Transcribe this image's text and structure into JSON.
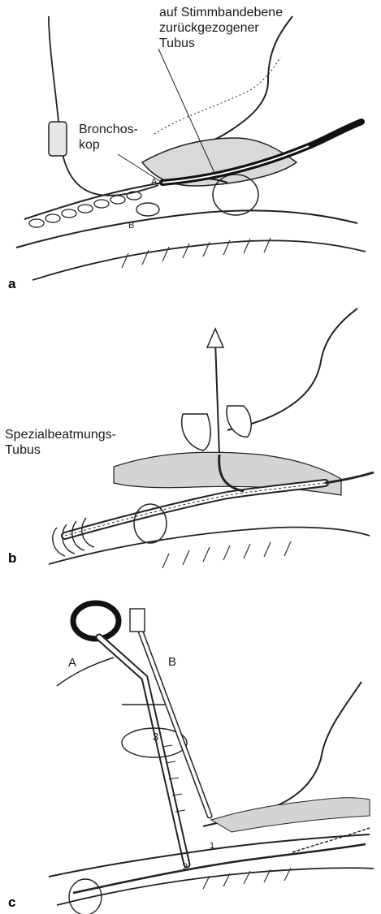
{
  "panel_a": {
    "letter": "a",
    "label_tube": "auf Stimmbandebene\nzurückgezogener\nTubus",
    "label_bronchoscope": "Bronchos-\nkop",
    "marker_a": "A",
    "marker_b": "B"
  },
  "panel_b": {
    "letter": "b",
    "label_tube": "Spezialbeatmungs-\nTubus"
  },
  "panel_c": {
    "letter": "c",
    "label_a": "A",
    "label_b": "B",
    "label_3": "3",
    "label_1": "1",
    "label_2": "2"
  }
}
